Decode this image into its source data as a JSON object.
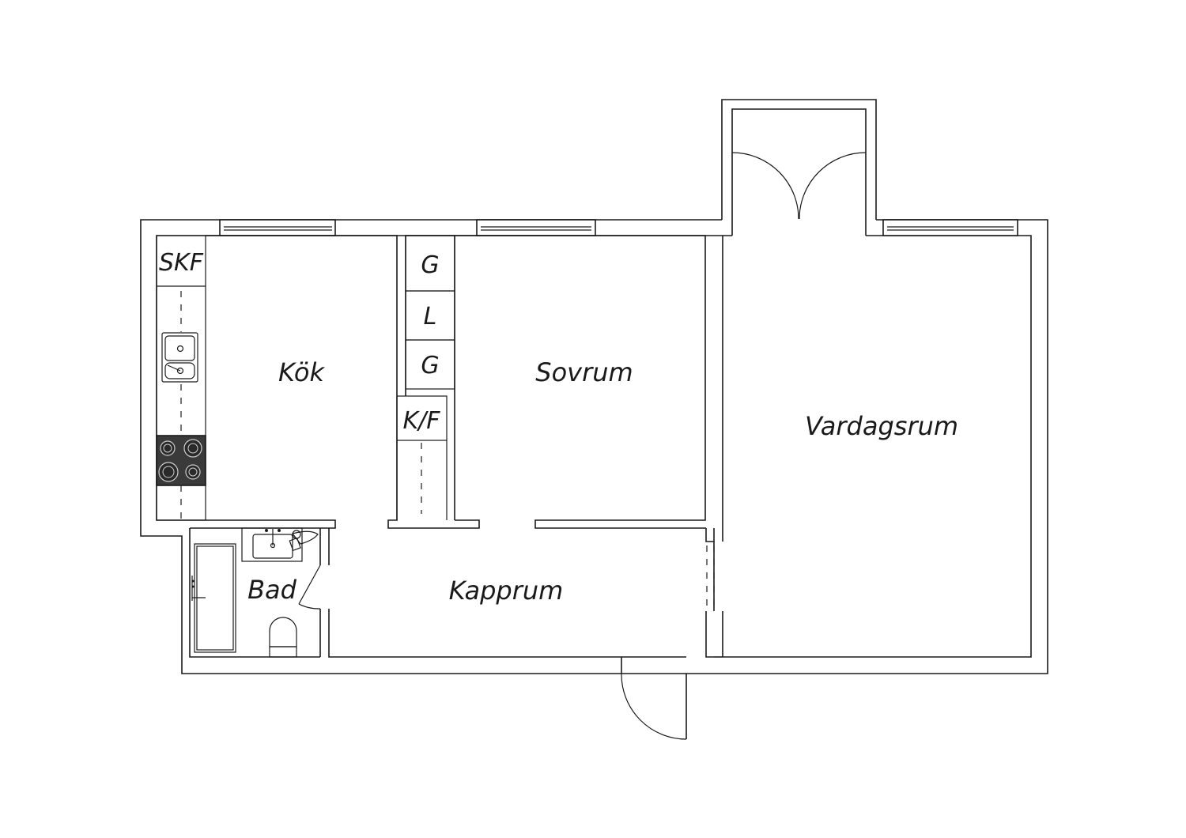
{
  "rooms": {
    "kok": "Kök",
    "sovrum": "Sovrum",
    "vardagsrum": "Vardagsrum",
    "kapprum": "Kapprum",
    "bad": "Bad"
  },
  "fixtures": {
    "skf": "SKF",
    "closet_1": "G",
    "closet_2": "L",
    "closet_3": "G",
    "kf": "K/F"
  },
  "icons": [
    "window",
    "door-swing",
    "balcony-double-door",
    "sink",
    "stove-hob",
    "bathtub",
    "toilet",
    "washbasin"
  ]
}
